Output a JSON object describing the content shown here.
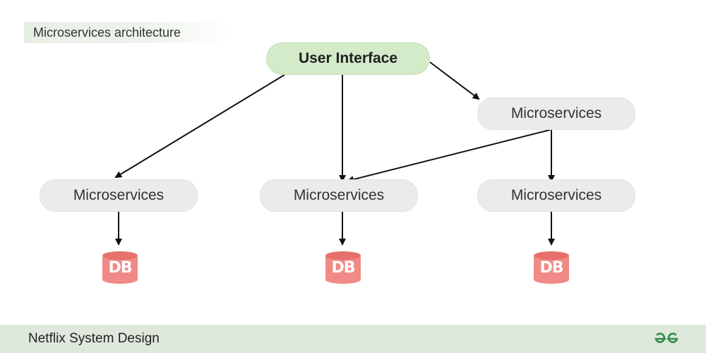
{
  "diagram": {
    "title": "Microservices architecture",
    "user_interface": "User Interface",
    "service_label": "Microservices",
    "db_label": "DB"
  },
  "footer": {
    "text": "Netflix System Design",
    "logo_icon": "geeksforgeeks-logo-icon"
  },
  "colors": {
    "ui_node": "#d3ebc9",
    "service_node": "#ebebeb",
    "db": "#f08a86",
    "footer": "#dfe8dc",
    "logo": "#2f8d46"
  }
}
